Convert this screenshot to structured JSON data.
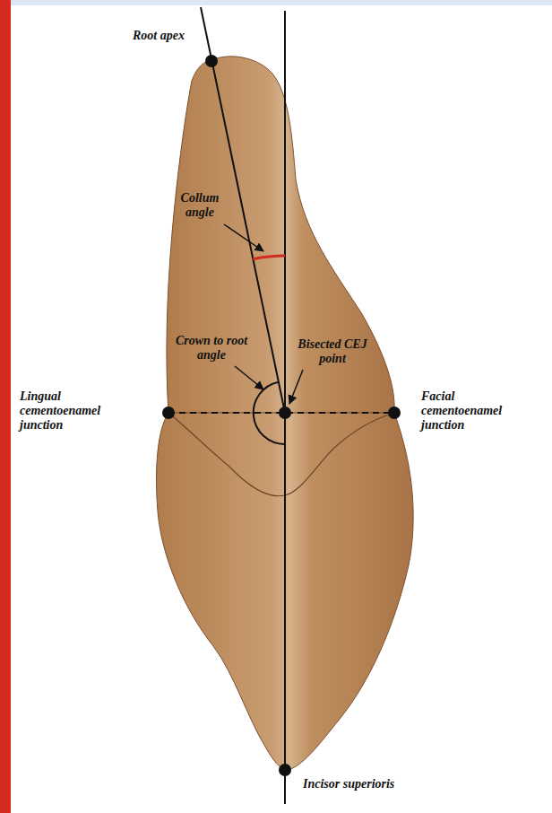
{
  "diagram": {
    "labels": [
      "Root apex",
      "Collum angle",
      "Crown to root angle",
      "Bisected CEJ point",
      "Lingual cementoenamel junction",
      "Facial cementoenamel junction",
      "Incisor superioris"
    ]
  }
}
